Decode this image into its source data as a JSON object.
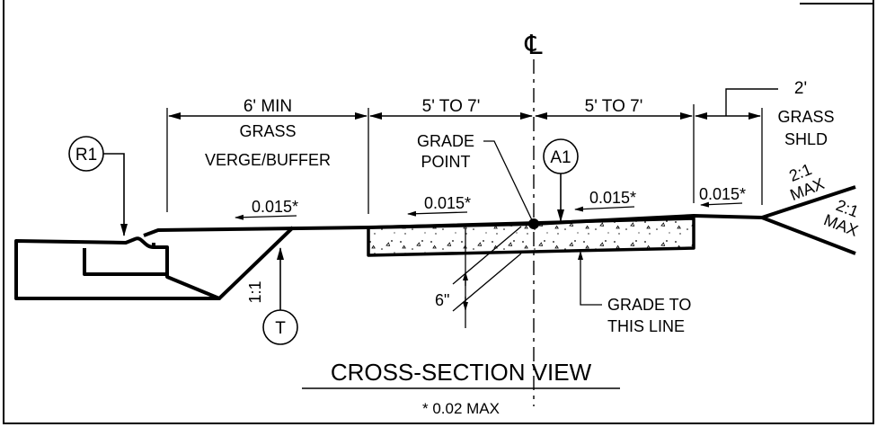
{
  "centerline_symbol": "℄",
  "dimensions": {
    "verge": "6' MIN",
    "walk_left": "5' TO 7'",
    "walk_right": "5' TO 7'",
    "shoulder": "2'"
  },
  "labels": {
    "verge_1": "GRASS",
    "verge_2": "VERGE/BUFFER",
    "grade_point_1": "GRADE",
    "grade_point_2": "POINT",
    "shoulder_1": "GRASS",
    "shoulder_2": "SHLD",
    "grade_line_1": "GRADE TO",
    "grade_line_2": "THIS LINE",
    "thickness": "6\"",
    "fill_slope": "1:1"
  },
  "slopes": {
    "verge": "0.015*",
    "walk_left": "0.015*",
    "walk_right": "0.015*",
    "shoulder": "0.015*",
    "foreslope_upper": "2:1 MAX",
    "foreslope_lower": "2:1 MAX"
  },
  "callouts": {
    "curb": "R1",
    "walk": "A1",
    "toe": "T"
  },
  "title": "CROSS-SECTION VIEW",
  "footnote": "* 0.02 MAX"
}
